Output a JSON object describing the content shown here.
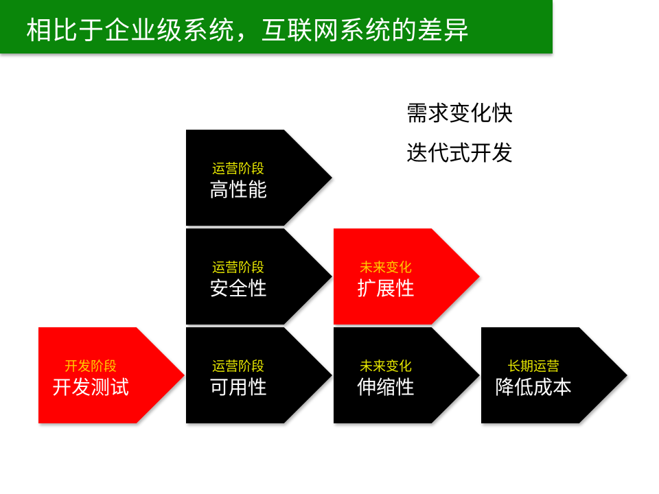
{
  "title": "相比于企业级系统，互联网系统的差异",
  "notes": [
    "需求变化快",
    "迭代式开发"
  ],
  "colors": {
    "title_bg": "#0a860a",
    "red": "#ff0000",
    "black": "#000000",
    "sub_on_black": "#e6e600",
    "sub_on_red": "#ffcc00"
  },
  "arrows": [
    {
      "sub": "运营阶段",
      "main": "高性能",
      "fill": "black"
    },
    {
      "sub": "运营阶段",
      "main": "安全性",
      "fill": "black"
    },
    {
      "sub": "未来变化",
      "main": "扩展性",
      "fill": "red"
    },
    {
      "sub": "开发阶段",
      "main": "开发测试",
      "fill": "red"
    },
    {
      "sub": "运营阶段",
      "main": "可用性",
      "fill": "black"
    },
    {
      "sub": "未来变化",
      "main": "伸缩性",
      "fill": "black"
    },
    {
      "sub": "长期运营",
      "main": "降低成本",
      "fill": "black"
    }
  ]
}
